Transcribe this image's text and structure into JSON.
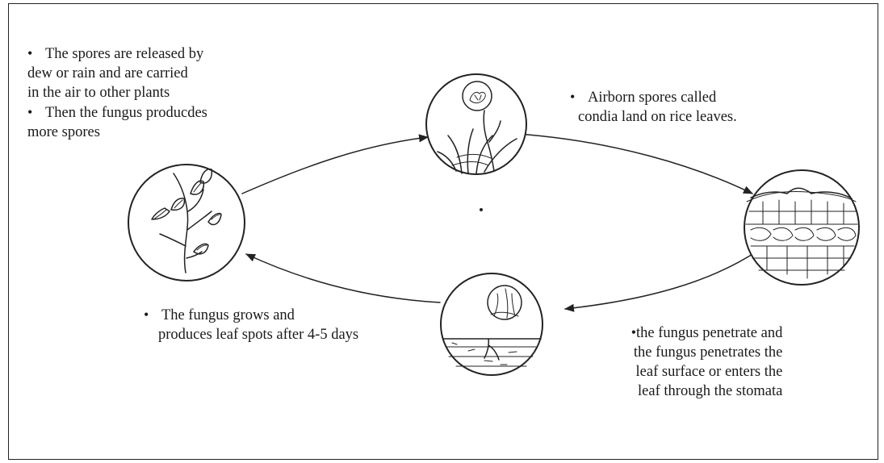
{
  "diagram": {
    "stages": [
      {
        "id": "airborne-spores",
        "icon": "rice-plant-with-spore-icon",
        "lines": [
          "Airborn spores called",
          "condia land on rice leaves."
        ]
      },
      {
        "id": "penetration",
        "icon": "leaf-cross-section-icon",
        "lines": [
          "the fungus penetrate and",
          "the fungus penetrates the",
          "leaf surface or enters the",
          "leaf through the stomata"
        ]
      },
      {
        "id": "leaf-spots",
        "icon": "fungus-in-leaf-tissue-icon",
        "lines": [
          "The fungus grows and",
          "produces leaf spots after 4-5 days"
        ]
      },
      {
        "id": "spore-release",
        "icon": "conidiophore-spores-icon",
        "lines": [
          "The spores are released by",
          "dew or rain and are carried",
          "in the air to other plants",
          "Then the fungus producdes",
          "more spores"
        ]
      }
    ],
    "flow": [
      "spore-release",
      "airborne-spores",
      "penetration",
      "leaf-spots",
      "spore-release"
    ],
    "colors": {
      "ink": "#222222",
      "background": "#ffffff"
    }
  }
}
